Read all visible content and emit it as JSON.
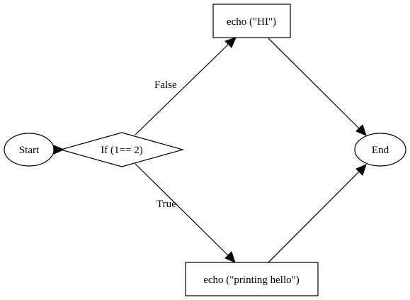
{
  "diagram": {
    "nodes": {
      "start": {
        "label": "Start",
        "shape": "ellipse"
      },
      "decision": {
        "label": "If (1== 2)",
        "shape": "diamond"
      },
      "echo_hi": {
        "label": "echo (\"HI\")",
        "shape": "box"
      },
      "echo_hello": {
        "label": "echo (\"printing hello\")",
        "shape": "box"
      },
      "end": {
        "label": "End",
        "shape": "ellipse"
      }
    },
    "edges": [
      {
        "from": "start",
        "to": "decision",
        "label": ""
      },
      {
        "from": "decision",
        "to": "echo_hi",
        "label": "False"
      },
      {
        "from": "decision",
        "to": "echo_hello",
        "label": "True"
      },
      {
        "from": "echo_hi",
        "to": "end",
        "label": ""
      },
      {
        "from": "echo_hello",
        "to": "end",
        "label": ""
      }
    ],
    "colors": {
      "stroke": "#000000",
      "fill": "#ffffff",
      "text": "#000000"
    }
  }
}
